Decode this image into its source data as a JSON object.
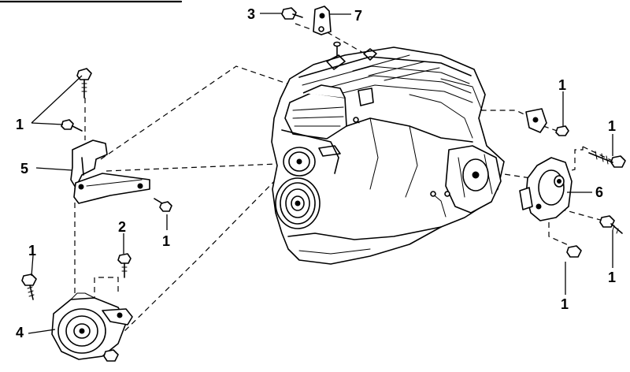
{
  "callouts": [
    {
      "id": "c-1-top-left",
      "label": "1"
    },
    {
      "id": "c-5",
      "label": "5"
    },
    {
      "id": "c-1-mid-left",
      "label": "1"
    },
    {
      "id": "c-2",
      "label": "2"
    },
    {
      "id": "c-1-bottom-left",
      "label": "1"
    },
    {
      "id": "c-4",
      "label": "4"
    },
    {
      "id": "c-3",
      "label": "3"
    },
    {
      "id": "c-7",
      "label": "7"
    },
    {
      "id": "c-1-right-top",
      "label": "1"
    },
    {
      "id": "c-1-far-right-top",
      "label": "1"
    },
    {
      "id": "c-6",
      "label": "6"
    },
    {
      "id": "c-1-far-right-bottom",
      "label": "1"
    },
    {
      "id": "c-1-right-bottom",
      "label": "1"
    }
  ]
}
